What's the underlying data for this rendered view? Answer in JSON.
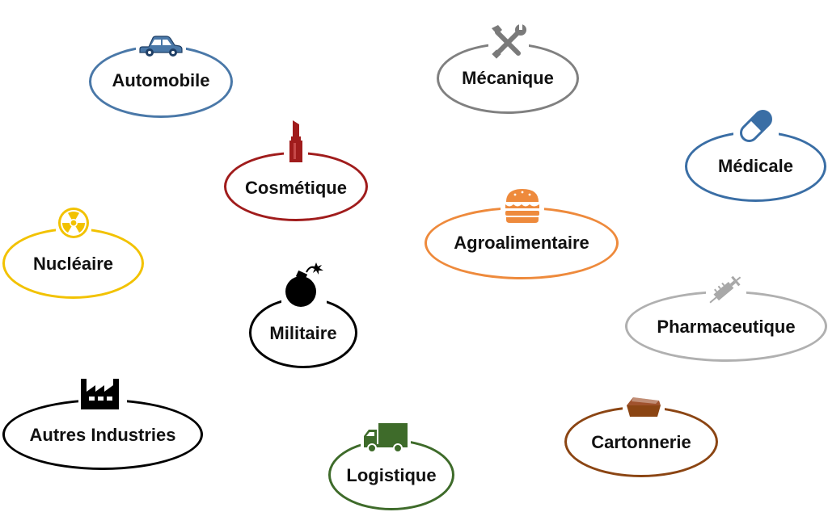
{
  "sectors": [
    {
      "label": "Automobile",
      "icon": "car-icon",
      "color": "#4a78a8"
    },
    {
      "label": "Mécanique",
      "icon": "tools-icon",
      "color": "#808080"
    },
    {
      "label": "Cosmétique",
      "icon": "lipstick-icon",
      "color": "#a01c1c"
    },
    {
      "label": "Médicale",
      "icon": "pill-capsule-icon",
      "color": "#3a6ea5"
    },
    {
      "label": "Nucléaire",
      "icon": "radiation-icon",
      "color": "#f2c200"
    },
    {
      "label": "Agroalimentaire",
      "icon": "burger-icon",
      "color": "#ee8a3c"
    },
    {
      "label": "Militaire",
      "icon": "bomb-icon",
      "color": "#000000"
    },
    {
      "label": "Pharmaceutique",
      "icon": "syringe-icon",
      "color": "#b0b0b0"
    },
    {
      "label": "Autres Industries",
      "icon": "factory-icon",
      "color": "#000000"
    },
    {
      "label": "Cartonnerie",
      "icon": "cardboard-box-icon",
      "color": "#8b4513"
    },
    {
      "label": "Logistique",
      "icon": "truck-icon",
      "color": "#3e6b2a"
    }
  ]
}
